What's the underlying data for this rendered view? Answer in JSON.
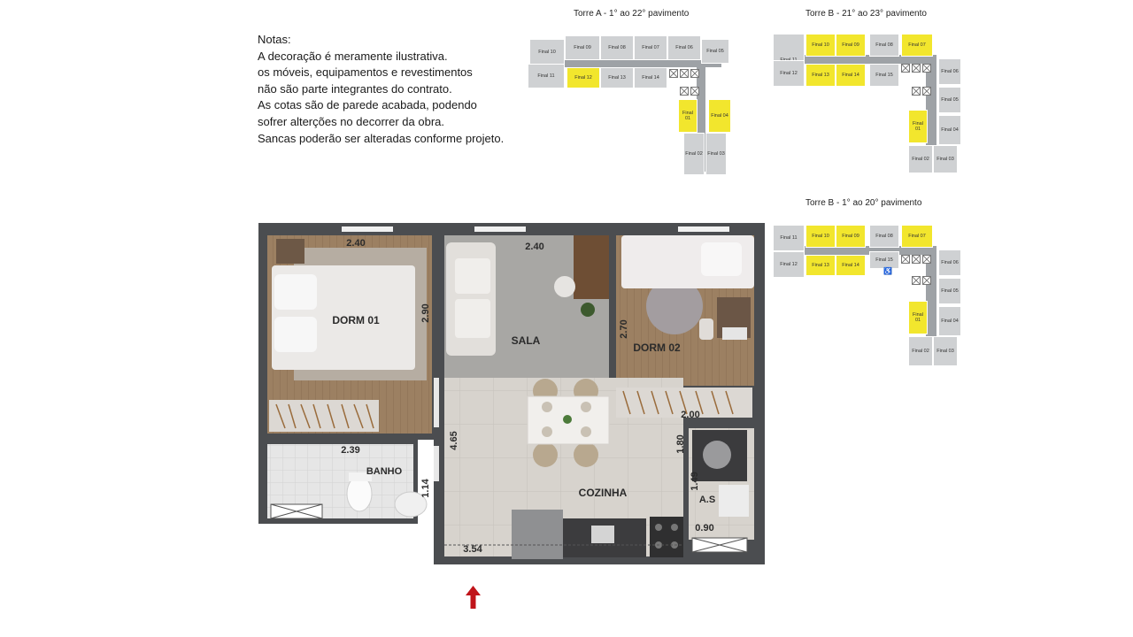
{
  "notes": [
    "Notas:",
    "A decoração é meramente ilustrativa.",
    "os móveis, equipamentos e revestimentos",
    "não são parte integrantes do contrato.",
    "As cotas são de parede acabada, podendo",
    "sofrer alterções no decorrer da obra.",
    "Sancas poderão ser alteradas conforme projeto."
  ],
  "keyplans": {
    "torre_a": {
      "title": "Torre A - 1° ao 22° pavimento",
      "units": [
        "Final 10",
        "Final 09",
        "Final 08",
        "Final 07",
        "Final 06",
        "Final 05",
        "Final 11",
        "Final 12",
        "Final 13",
        "Final 14",
        "Final 01",
        "Final 04",
        "Final 02",
        "Final 03"
      ]
    },
    "torre_b_top": {
      "title": "Torre B - 21° ao 23° pavimento",
      "units": [
        "Final 11",
        "Final 10",
        "Final 09",
        "Final 08",
        "Final 07",
        "Final 12",
        "Final 13",
        "Final 14",
        "Final 15",
        "Final 06",
        "Final 05",
        "Final 01",
        "Final 04",
        "Final 02",
        "Final 03"
      ]
    },
    "torre_b_low": {
      "title": "Torre B - 1° ao 20° pavimento",
      "units": [
        "Final 11",
        "Final 10",
        "Final 09",
        "Final 08",
        "Final 07",
        "Final 12",
        "Final 13",
        "Final 14",
        "Final 15",
        "Final 06",
        "Final 05",
        "Final 01",
        "Final 04",
        "Final 02",
        "Final 03"
      ]
    }
  },
  "highlight_color": "#f2e62d",
  "plan": {
    "rooms": {
      "dorm01": "DORM 01",
      "sala": "SALA",
      "dorm02": "DORM 02",
      "banho": "BANHO",
      "cozinha": "COZINHA",
      "as": "A.S"
    },
    "dims": {
      "d1": "2.40",
      "d2": "2.40",
      "d3": "2.90",
      "d4": "2.70",
      "d5": "2.00",
      "d6": "2.39",
      "d7": "4.65",
      "d8": "1.80",
      "d9": "1.49",
      "d10": "1.14",
      "d11": "0.90",
      "d12": "3.54"
    }
  },
  "entrance_arrow_color": "#c0141a"
}
